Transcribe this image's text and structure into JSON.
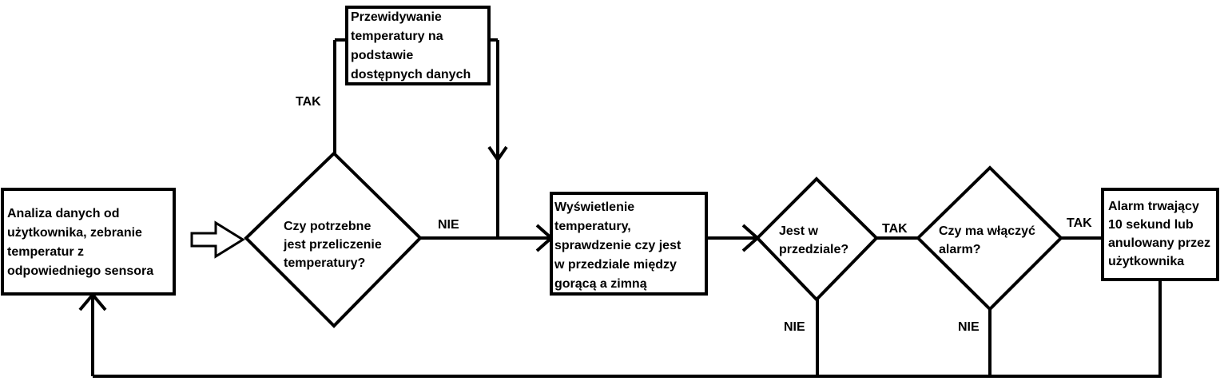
{
  "nodes": {
    "analiza": {
      "lines": [
        "Analiza danych od",
        "użytkownika, zebranie",
        "temperatur z",
        "odpowiedniego sensora"
      ]
    },
    "przewidywanie": {
      "lines": [
        "Przewidywanie",
        "temperatury na",
        "podstawie",
        "dostępnych danych"
      ]
    },
    "czy_przeliczenie": {
      "lines": [
        "Czy potrzebne",
        "jest przeliczenie",
        "temperatury?"
      ]
    },
    "wyswietlenie": {
      "lines": [
        "Wyświetlenie",
        "temperatury,",
        "sprawdzenie czy jest",
        "w przedziale między",
        "gorącą a zimną"
      ]
    },
    "jest_w_przedziale": {
      "lines": [
        "Jest w",
        "przedziale?"
      ]
    },
    "czy_alarm": {
      "lines": [
        "Czy ma włączyć",
        "alarm?"
      ]
    },
    "alarm": {
      "lines": [
        "Alarm trwający",
        "10 sekund lub",
        "anulowany przez",
        "użytkownika"
      ]
    }
  },
  "labels": {
    "tak_1": "TAK",
    "nie_1": "NIE",
    "tak_2": "TAK",
    "nie_2": "NIE",
    "tak_3": "TAK",
    "nie_3": "NIE"
  },
  "colors": {
    "stroke": "#000000",
    "fill": "#ffffff"
  }
}
